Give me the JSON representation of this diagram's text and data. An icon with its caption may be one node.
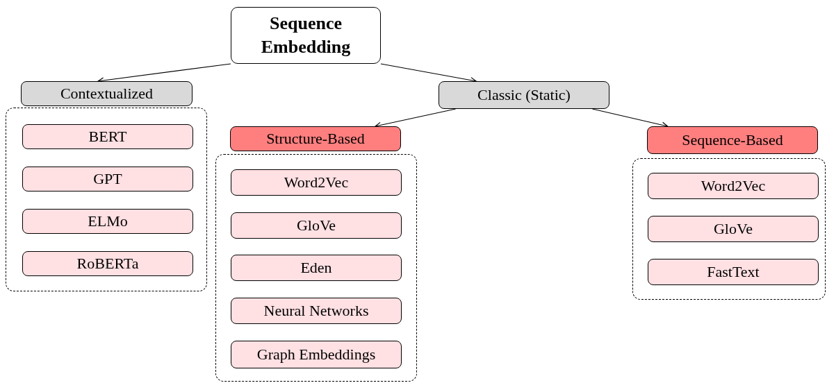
{
  "diagram": {
    "nodes": [
      {
        "text": [
          "Sequence Embedding"
        ]
      },
      {
        "text": [
          "Contextualized"
        ]
      },
      {
        "text": [
          "Classic (Static)"
        ]
      },
      {
        "text": [],
        "shape": "box"
      },
      {
        "text": [
          "BERT"
        ],
        "in": 3
      },
      {
        "text": [
          "GPT"
        ],
        "in": 3
      },
      {
        "text": [
          "ELMo"
        ],
        "in": 3
      },
      {
        "text": [
          "RoBERTa"
        ],
        "in": 3
      },
      {
        "text": [
          "Structure-Based"
        ]
      },
      {
        "text": [],
        "shape": "box"
      },
      {
        "text": [
          "Word2Vec"
        ],
        "in": 9
      },
      {
        "text": [
          "GloVe"
        ],
        "in": 9
      },
      {
        "text": [
          "Eden"
        ],
        "in": 9
      },
      {
        "text": [
          "Neural Networks"
        ],
        "in": 9
      },
      {
        "text": [
          "Graph Embeddings"
        ],
        "in": 9
      },
      {
        "text": [
          "Sequence-Based"
        ]
      },
      {
        "text": [],
        "shape": "box"
      },
      {
        "text": [
          "Word2Vec"
        ],
        "in": 16
      },
      {
        "text": [
          "GloVe"
        ],
        "in": 16
      },
      {
        "text": [
          "FastText"
        ],
        "in": 16
      }
    ],
    "edges": [
      {
        "from": 0,
        "to": 1,
        "arrow": "to"
      },
      {
        "from": 0,
        "to": 2,
        "arrow": "to"
      },
      {
        "from": 2,
        "to": 8,
        "arrow": "to"
      },
      {
        "from": 2,
        "to": 15,
        "arrow": "to"
      }
    ]
  }
}
